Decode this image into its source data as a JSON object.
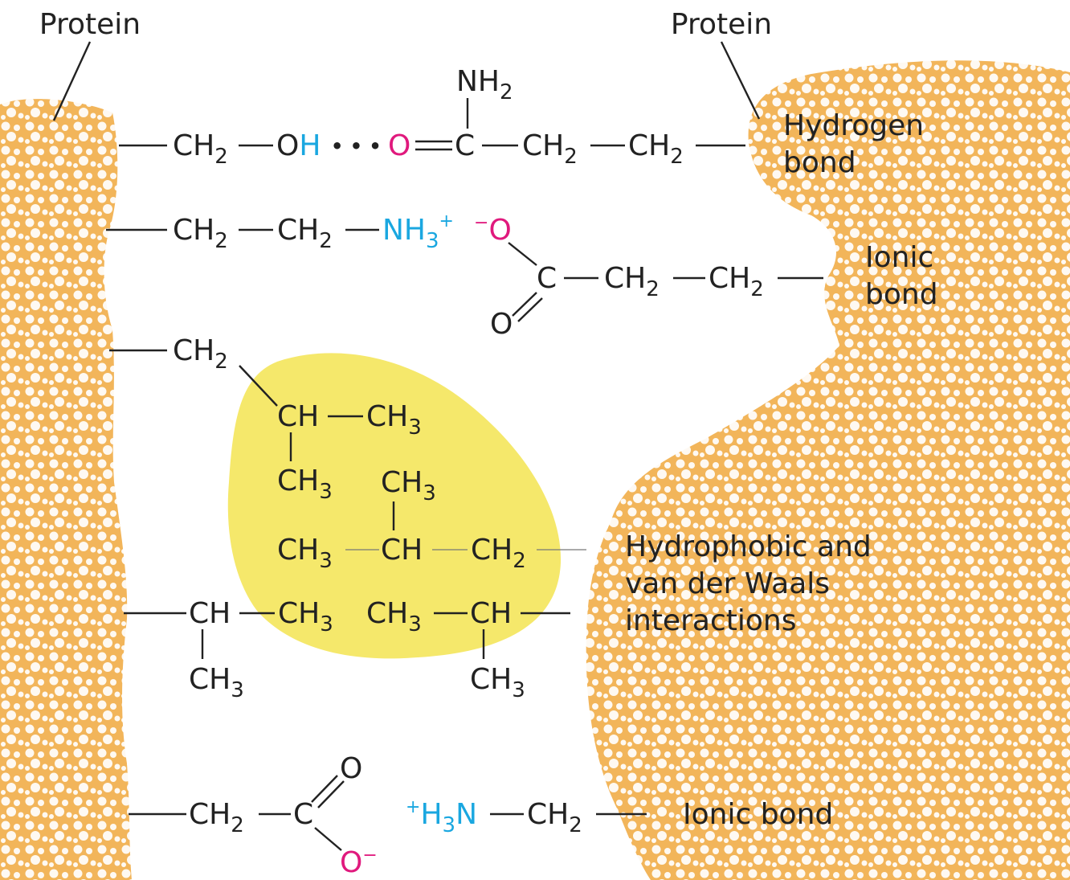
{
  "labels": {
    "protein_left": "Protein",
    "protein_right": "Protein",
    "hydrogen_bond_1": "Hydrogen",
    "hydrogen_bond_2": "bond",
    "ionic_bond_1": "Ionic",
    "ionic_bond_2": "bond",
    "hydrophobic_1": "Hydrophobic and",
    "hydrophobic_2": "van der Waals",
    "hydrophobic_3": "interactions",
    "ionic_bond_bottom": "Ionic bond"
  },
  "chem": {
    "ch": "CH",
    "c": "C",
    "o": "O",
    "h": "H",
    "n": "N",
    "nh": "NH",
    "sub2": "2",
    "sub3": "3",
    "plus": "+",
    "minus": "−",
    "hbond_dots": "• • •"
  },
  "colors": {
    "protein": "#f2b55a",
    "protein_dot": "#ffffff",
    "hydrophobic_blob": "#f5e86b",
    "oxygen": "#e0197d",
    "nitrogen_hydrogen": "#1aa7e0",
    "ink": "#222222"
  }
}
